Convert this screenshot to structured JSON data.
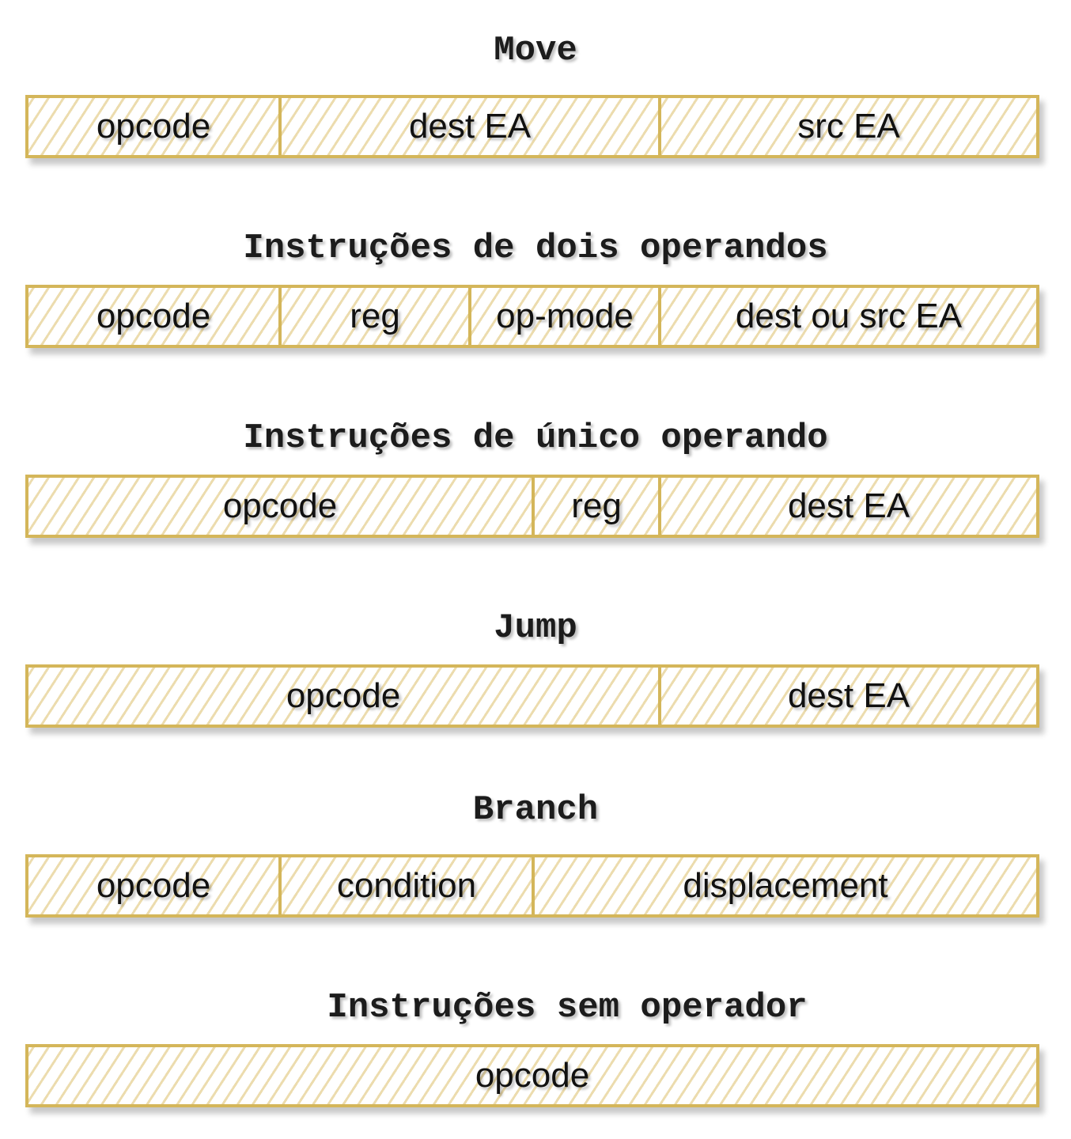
{
  "formats": [
    {
      "title": "Move",
      "fields": [
        {
          "label": "opcode"
        },
        {
          "label": "dest EA"
        },
        {
          "label": "src EA"
        }
      ]
    },
    {
      "title": "Instruções de dois operandos",
      "fields": [
        {
          "label": "opcode"
        },
        {
          "label": "reg"
        },
        {
          "label": "op-mode"
        },
        {
          "label": "dest ou src EA"
        }
      ]
    },
    {
      "title": "Instruções de único operando",
      "fields": [
        {
          "label": "opcode"
        },
        {
          "label": "reg"
        },
        {
          "label": "dest EA"
        }
      ]
    },
    {
      "title": "Jump",
      "fields": [
        {
          "label": "opcode"
        },
        {
          "label": "dest EA"
        }
      ]
    },
    {
      "title": "Branch",
      "fields": [
        {
          "label": "opcode"
        },
        {
          "label": "condition"
        },
        {
          "label": "displacement"
        }
      ]
    },
    {
      "title": "Instruções sem operador",
      "fields": [
        {
          "label": "opcode"
        }
      ]
    }
  ],
  "colors": {
    "border": "#d4b65a",
    "hatch": "#ecdcae",
    "text": "#111111"
  }
}
